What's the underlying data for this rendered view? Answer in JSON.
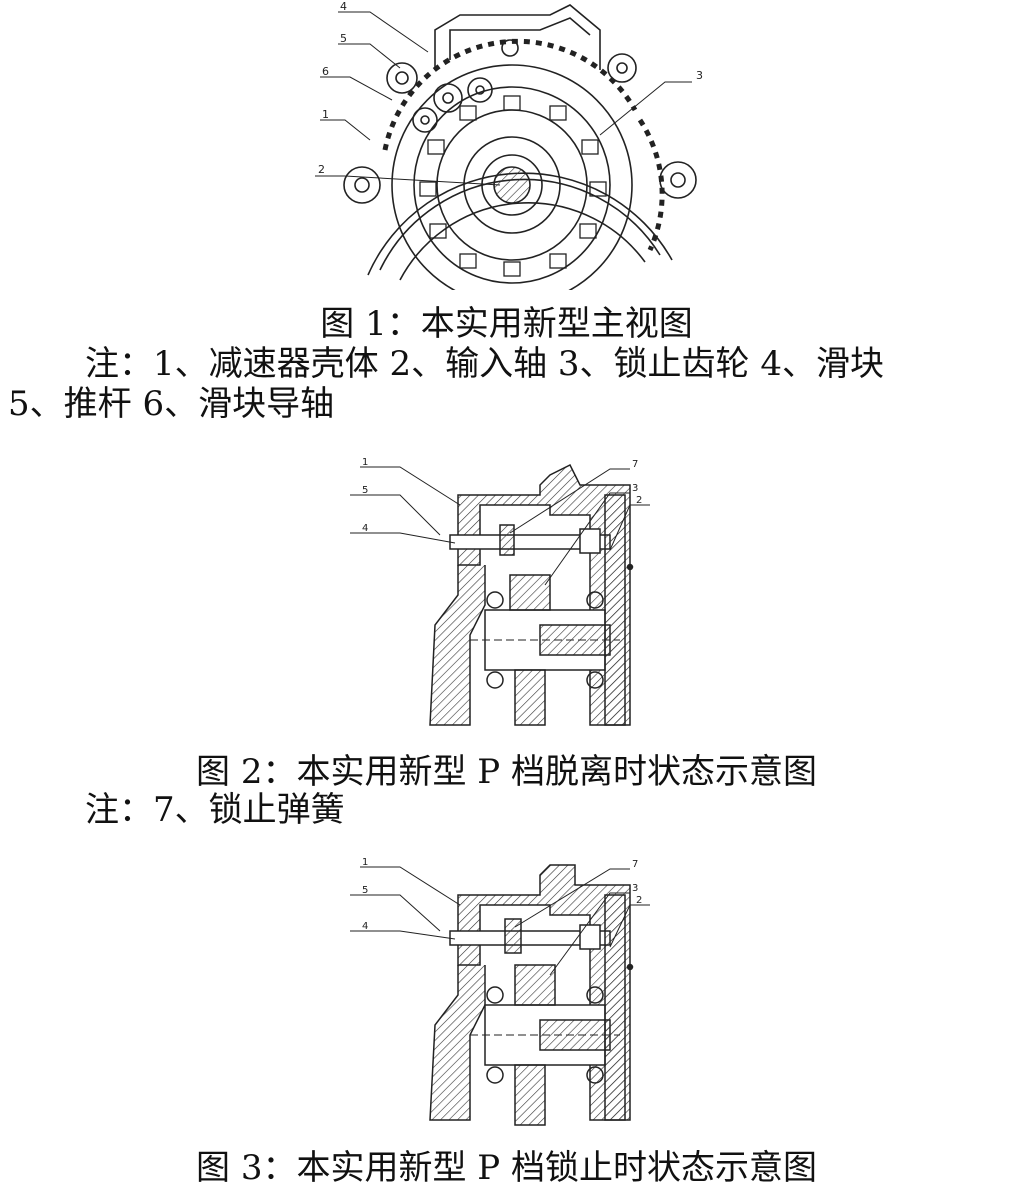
{
  "figure1": {
    "caption": "图 1：本实用新型主视图",
    "note_line1": "注：1、减速器壳体    2、输入轴    3、锁止齿轮    4、滑块",
    "note_line2": "5、推杆    6、滑块导轴",
    "callouts": [
      "1",
      "2",
      "3",
      "4",
      "5",
      "6"
    ]
  },
  "figure2": {
    "caption": "图 2：本实用新型  P 档脱离时状态示意图",
    "note": "注：7、锁止弹簧",
    "callouts": [
      "1",
      "5",
      "4",
      "7",
      "3",
      "2"
    ]
  },
  "figure3": {
    "caption": "图 3：本实用新型 P 档锁止时状态示意图",
    "callouts": [
      "1",
      "5",
      "4",
      "7",
      "3",
      "2"
    ]
  }
}
